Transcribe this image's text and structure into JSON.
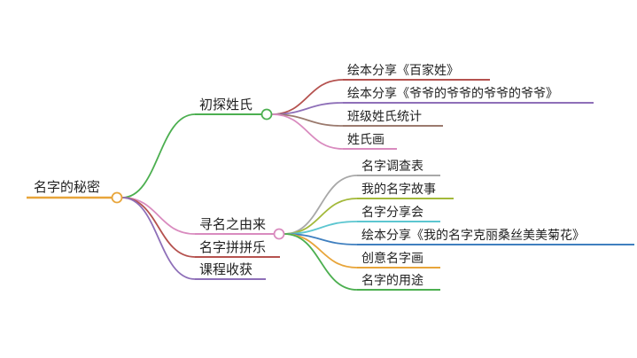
{
  "root": {
    "label": "名字的秘密",
    "color": "#e8a53a"
  },
  "branches": [
    {
      "label": "初探姓氏",
      "color": "#4caf50",
      "children": [
        {
          "label": "绘本分享《百家姓》",
          "color": "#b5524f"
        },
        {
          "label": "绘本分享《爷爷的爷爷的爷爷的爷爷》",
          "color": "#8e6fb8"
        },
        {
          "label": "班级姓氏统计",
          "color": "#9b7a6e"
        },
        {
          "label": "姓氏画",
          "color": "#d98bbf"
        }
      ]
    },
    {
      "label": "寻名之由来",
      "color": "#d98bbf",
      "children": [
        {
          "label": "名字调查表",
          "color": "#a8a8a8"
        },
        {
          "label": "我的名字故事",
          "color": "#a3b93a"
        },
        {
          "label": "名字分享会",
          "color": "#5cc6d0"
        },
        {
          "label": "绘本分享《我的名字克丽桑丝美美菊花》",
          "color": "#3f7fbf"
        },
        {
          "label": "创意名字画",
          "color": "#e8a53a"
        },
        {
          "label": "名字的用途",
          "color": "#4caf50"
        }
      ]
    },
    {
      "label": "名字拼拼乐",
      "color": "#b5524f",
      "children": []
    },
    {
      "label": "课程收获",
      "color": "#8e6fb8",
      "children": []
    }
  ]
}
